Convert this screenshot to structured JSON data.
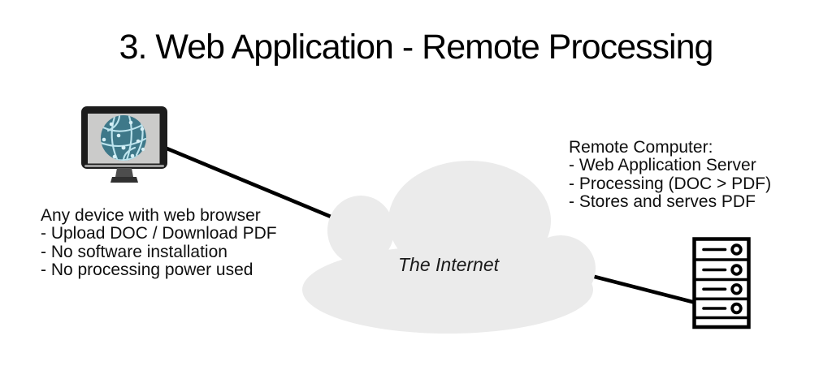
{
  "title": "3. Web Application - Remote Processing",
  "client": {
    "heading": "Any device with web browser",
    "bullets": [
      "- Upload DOC / Download PDF",
      "- No software installation",
      "- No processing power used"
    ]
  },
  "remote": {
    "heading": "Remote Computer:",
    "bullets": [
      "- Web Application Server",
      "- Processing (DOC > PDF)",
      "- Stores and serves PDF"
    ]
  },
  "cloud": {
    "label": "The Internet"
  },
  "icons": {
    "client": "monitor-globe-icon",
    "server": "server-rack-icon",
    "network": "internet-cloud"
  },
  "colors": {
    "line": "#000000",
    "cloud_fill": "#ebebeb",
    "monitor_frame": "#1c1c1c",
    "monitor_edge": "#9c9c9c",
    "monitor_screen": "#cbcbca",
    "monitor_stand": "#4d4d4d",
    "monitor_foot": "#303030",
    "globe_fill": "#3e7889",
    "globe_lines": "#bde4ee",
    "globe_nodes": "#d6eff6",
    "server_fill": "#ffffff",
    "text": "#0f0f0f"
  }
}
